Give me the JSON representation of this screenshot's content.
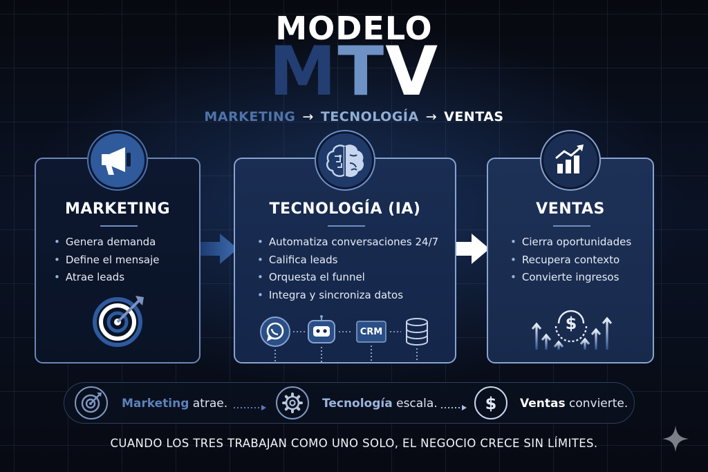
{
  "header": {
    "title_top": "MODELO",
    "title_main": {
      "m": "M",
      "t": "T",
      "v": "V"
    },
    "flow": {
      "step1": "MARKETING",
      "arrow": "→",
      "step2": "TECNOLOGÍA",
      "step3": "VENTAS"
    }
  },
  "cards": {
    "marketing": {
      "title": "MARKETING",
      "icon": "megaphone-icon",
      "bullets": [
        "Genera demanda",
        "Define el mensaje",
        "Atrae leads"
      ],
      "footer_icon": "target-icon"
    },
    "tecnologia": {
      "title": "TECNOLOGÍA (IA)",
      "icon": "brain-icon",
      "bullets": [
        "Automatiza conversaciones 24/7",
        "Califica leads",
        "Orquesta el funnel",
        "Integra y sincroniza datos"
      ],
      "integrations": [
        {
          "icon": "whatsapp-icon"
        },
        {
          "icon": "robot-icon"
        },
        {
          "label": "CRM"
        },
        {
          "icon": "database-icon"
        }
      ]
    },
    "ventas": {
      "title": "VENTAS",
      "icon": "growth-chart-icon",
      "bullets": [
        "Cierra oportunidades",
        "Recupera contexto",
        "Convierte ingresos"
      ],
      "footer_icon": "dollar-growth-icon"
    }
  },
  "summary": [
    {
      "strong": "Marketing",
      "rest": " atrae.",
      "icon": "target-icon"
    },
    {
      "strong": "Tecnología",
      "rest": " escala.",
      "icon": "gear-icon"
    },
    {
      "strong": "Ventas",
      "rest": " convierte.",
      "icon": "dollar-icon"
    }
  ],
  "tagline": "CUANDO LOS TRES TRABAJAN COMO UNO SOLO, EL NEGOCIO CRECE SIN LÍMITES.",
  "colors": {
    "marketing": "#2f5a9c",
    "tecnologia": "#6e92c6",
    "ventas": "#ffffff",
    "background": "#0a1224"
  }
}
